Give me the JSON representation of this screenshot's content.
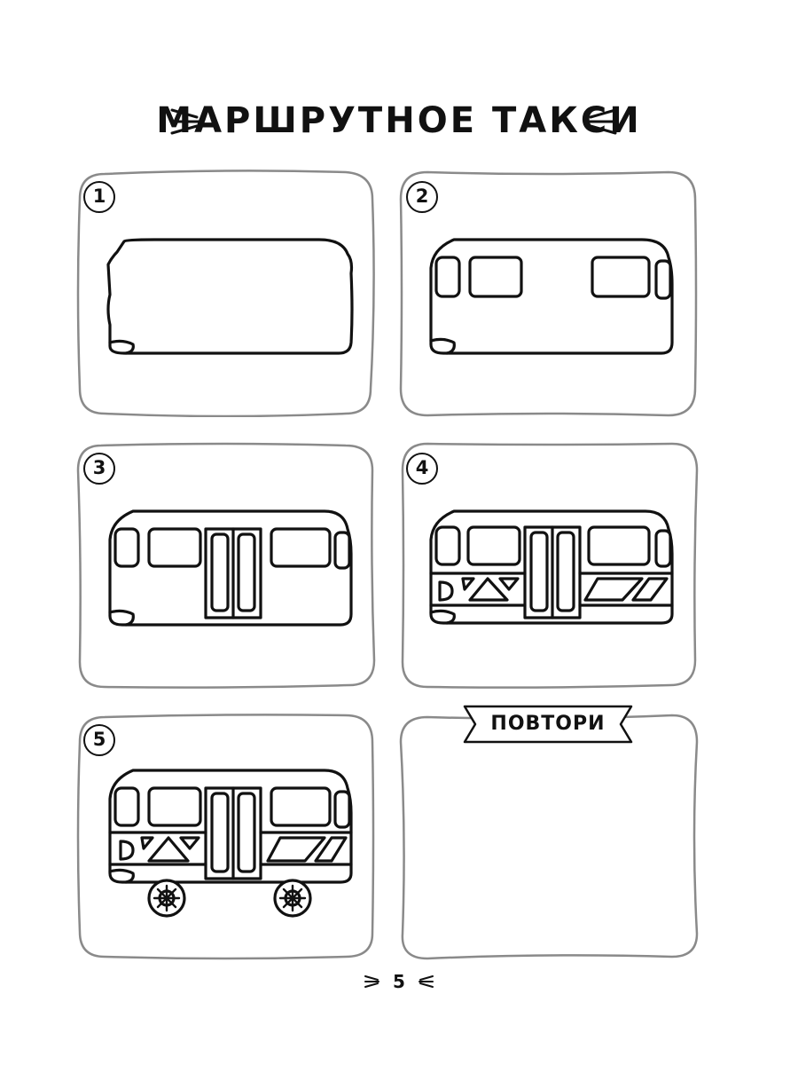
{
  "title": "МАРШРУТНОЕ ТАКСИ",
  "steps": [
    {
      "number": "1"
    },
    {
      "number": "2"
    },
    {
      "number": "3"
    },
    {
      "number": "4"
    },
    {
      "number": "5"
    }
  ],
  "practice": {
    "label": "ПОВТОРИ"
  },
  "page_number": "5",
  "colors": {
    "ink": "#111111",
    "frame": "#8a8a8a",
    "paper": "#ffffff"
  }
}
